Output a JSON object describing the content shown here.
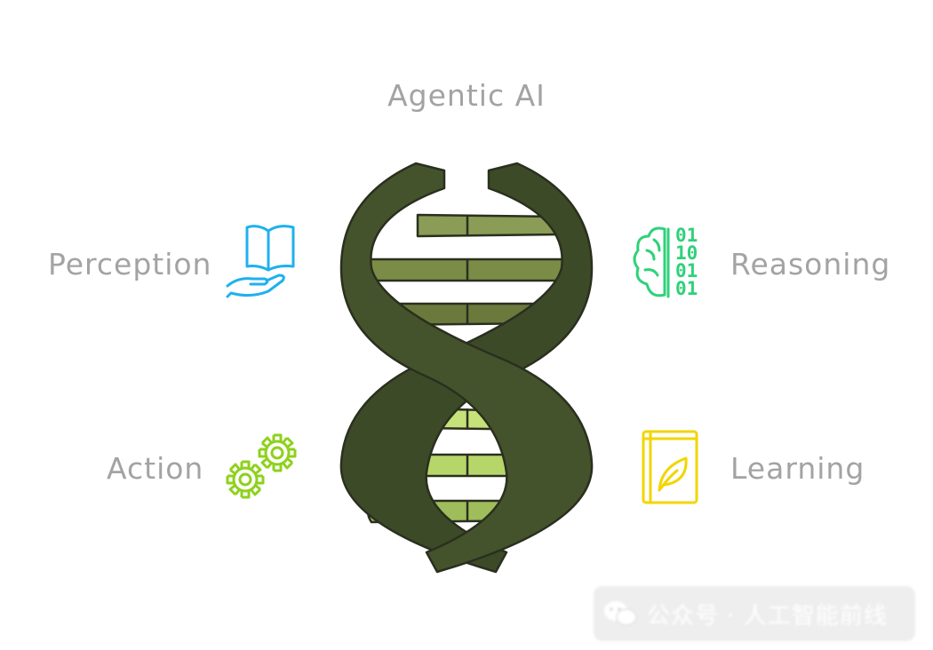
{
  "title": "Agentic AI",
  "nodes": {
    "perception": {
      "label": "Perception",
      "icon": "book-in-hand-icon",
      "color": "#1fb0f0"
    },
    "reasoning": {
      "label": "Reasoning",
      "icon": "brain-binary-icon",
      "color": "#2fd17a"
    },
    "action": {
      "label": "Action",
      "icon": "gears-icon",
      "color": "#8ed11c"
    },
    "learning": {
      "label": "Learning",
      "icon": "leaf-book-icon",
      "color": "#f2d600"
    }
  },
  "center": {
    "icon": "dna-helix-icon",
    "strand_color": "#3d4a27",
    "outline_color": "#2a2f1f"
  },
  "binary_digits": [
    "01",
    "10",
    "01",
    "01"
  ],
  "watermark": {
    "icon": "wechat-icon",
    "text": "公众号 · 人工智能前线"
  },
  "text_color": "#a3a3a3"
}
